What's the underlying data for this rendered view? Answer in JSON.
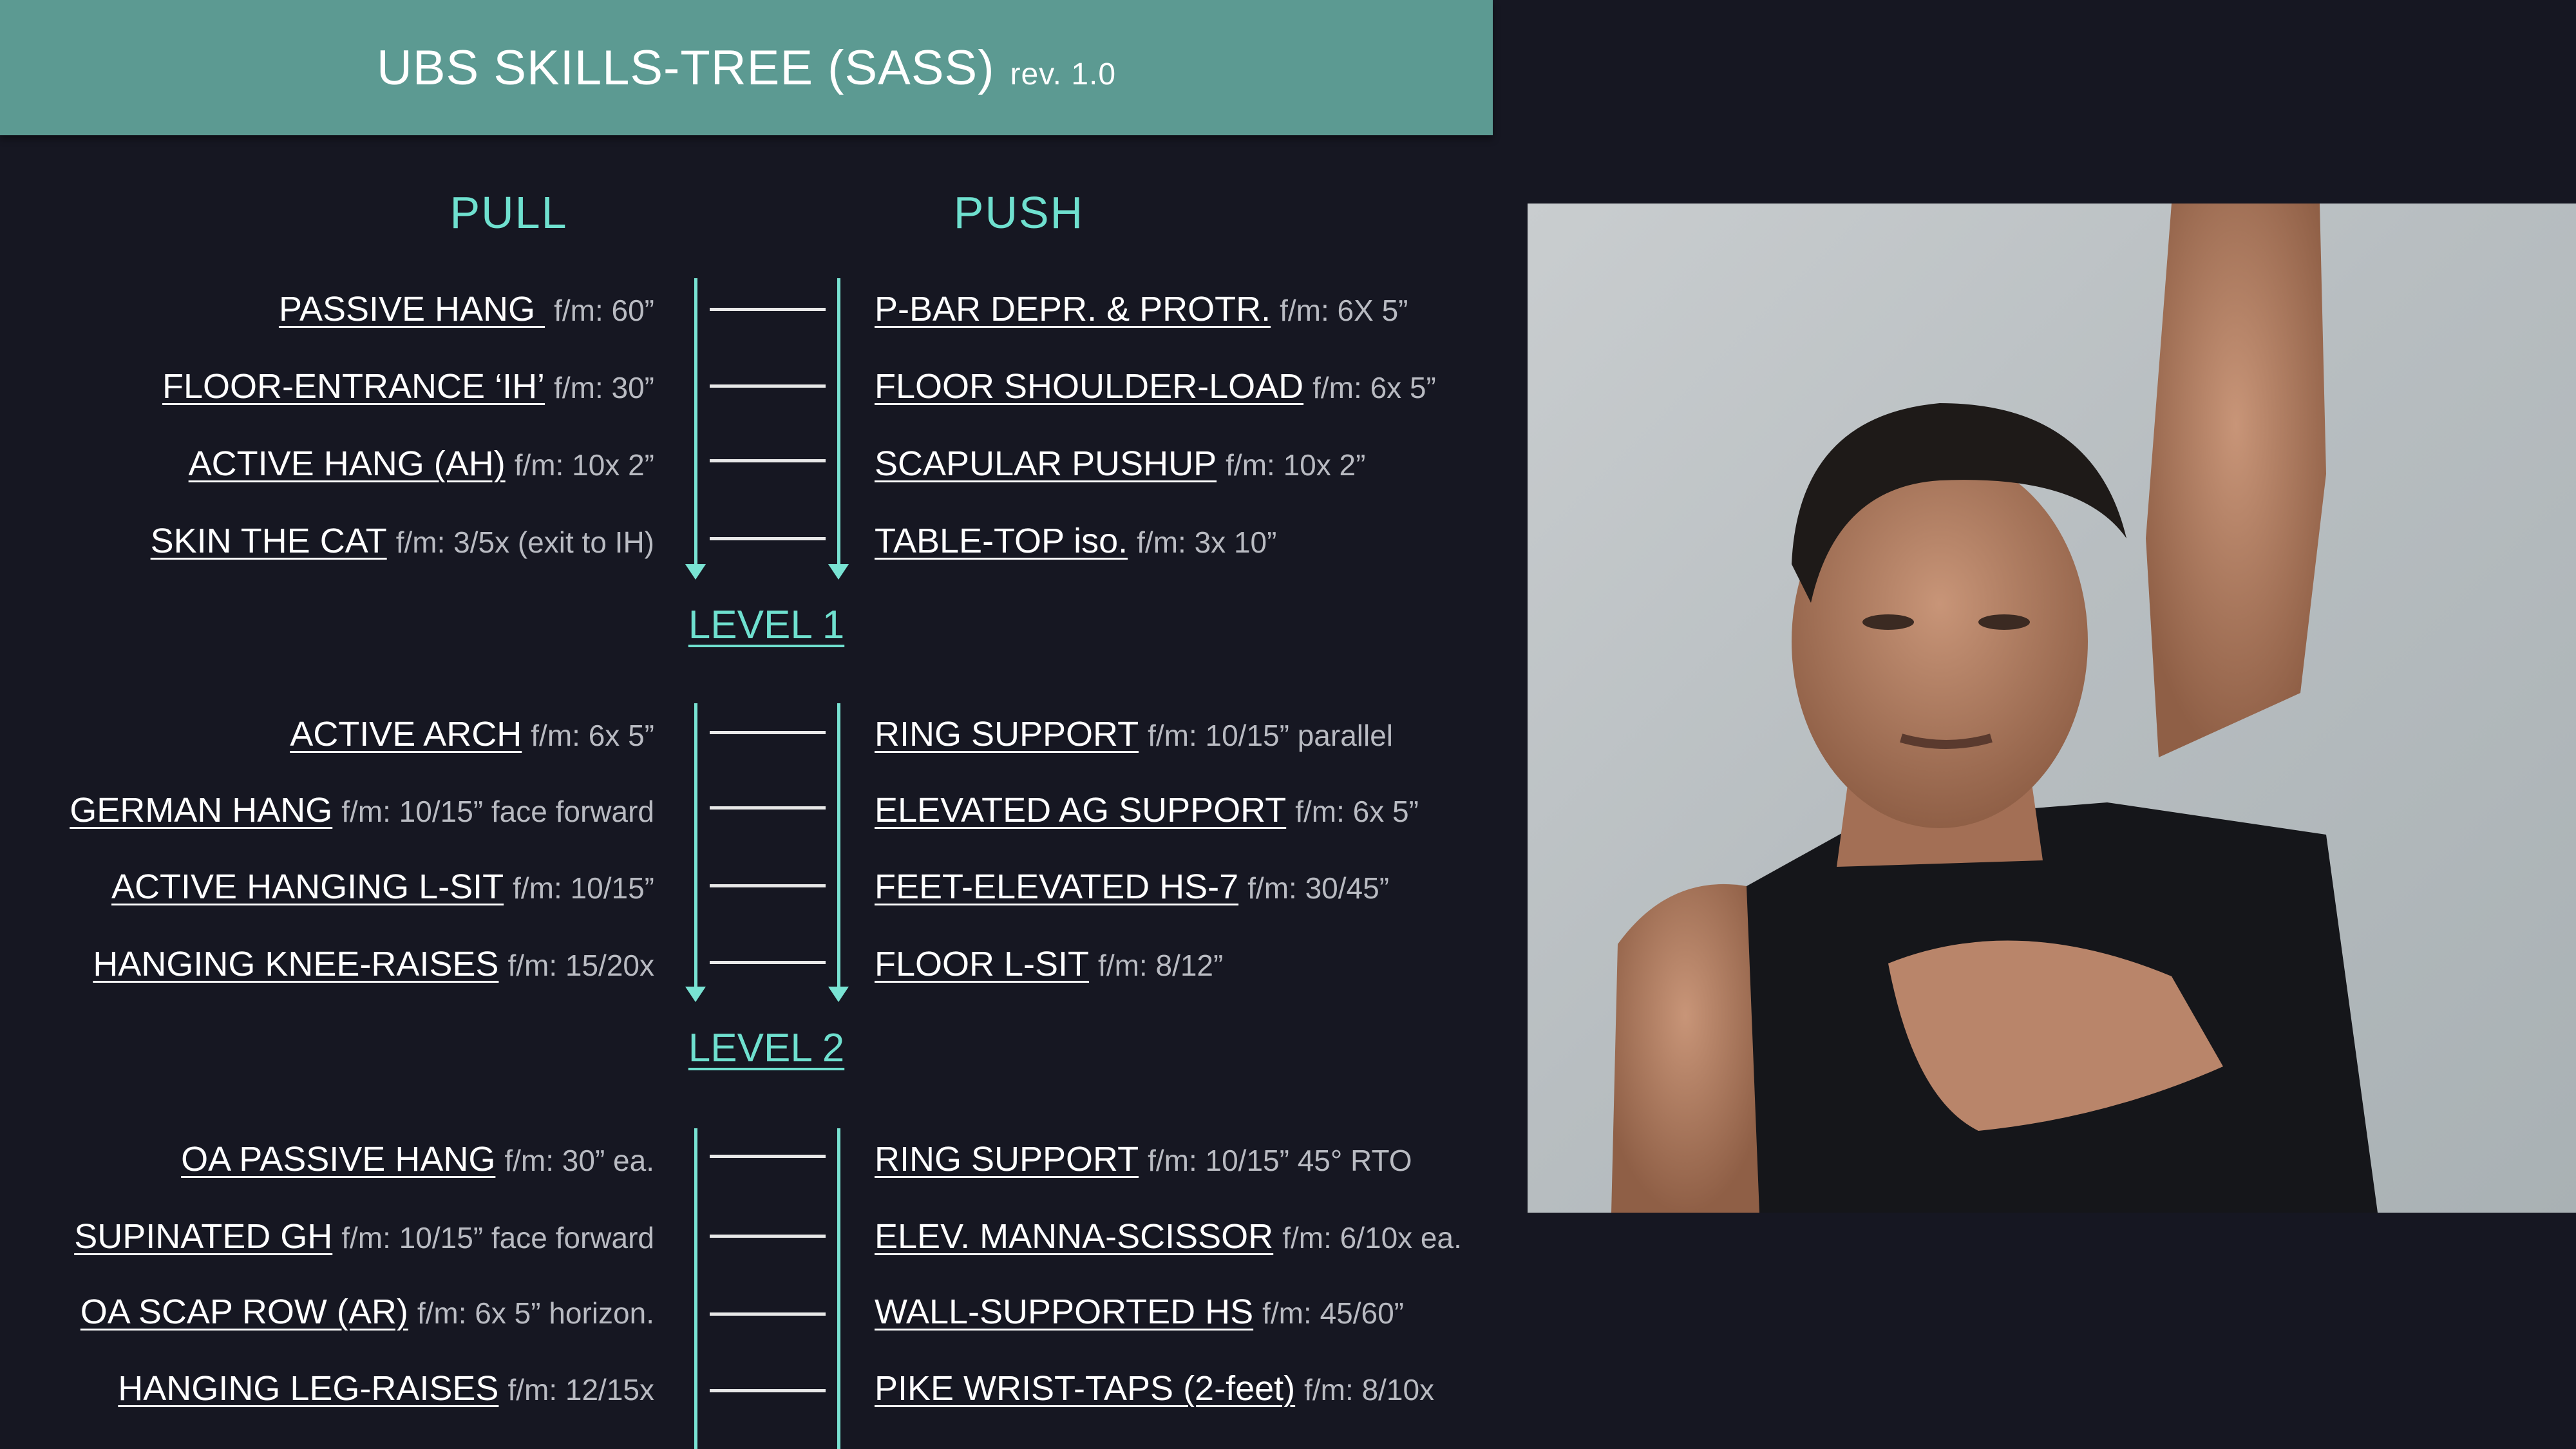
{
  "header": {
    "title": "UBS SKILLS-TREE (SASS)",
    "rev": "rev. 1.0"
  },
  "columns": {
    "pull": "PULL",
    "push": "PUSH"
  },
  "levels": [
    {
      "label": "LEVEL 1",
      "pull": [
        {
          "name": "PASSIVE HANG ",
          "note": "f/m: 60”"
        },
        {
          "name": "FLOOR-ENTRANCE ‘IH’",
          "note": "f/m: 30”"
        },
        {
          "name": "ACTIVE HANG (AH)",
          "note": "f/m: 10x 2”"
        },
        {
          "name": "SKIN THE CAT",
          "note": "f/m: 3/5x (exit to IH)"
        }
      ],
      "push": [
        {
          "name": "P-BAR DEPR. & PROTR.",
          "note": "f/m: 6X 5”"
        },
        {
          "name": "FLOOR SHOULDER-LOAD",
          "note": "f/m: 6x 5”"
        },
        {
          "name": "SCAPULAR PUSHUP",
          "note": "f/m: 10x 2”"
        },
        {
          "name": "TABLE-TOP iso.",
          "note": "f/m: 3x 10”"
        }
      ]
    },
    {
      "label": "LEVEL 2",
      "pull": [
        {
          "name": "ACTIVE ARCH",
          "note": "f/m: 6x 5”"
        },
        {
          "name": "GERMAN HANG",
          "note": "f/m: 10/15” face forward"
        },
        {
          "name": "ACTIVE HANGING L-SIT",
          "note": "f/m: 10/15”"
        },
        {
          "name": "HANGING KNEE-RAISES",
          "note": "f/m: 15/20x"
        }
      ],
      "push": [
        {
          "name": "RING SUPPORT",
          "note": "f/m: 10/15” parallel"
        },
        {
          "name": "ELEVATED AG SUPPORT",
          "note": "f/m: 6x 5”"
        },
        {
          "name": "FEET-ELEVATED HS-7",
          "note": "f/m: 30/45”"
        },
        {
          "name": "FLOOR L-SIT",
          "note": "f/m: 8/12”"
        }
      ]
    },
    {
      "label": "",
      "pull": [
        {
          "name": "OA PASSIVE HANG",
          "note": "f/m: 30” ea."
        },
        {
          "name": "SUPINATED GH",
          "note": "f/m: 10/15” face forward"
        },
        {
          "name": "OA SCAP ROW (AR)",
          "note": "f/m: 6x 5” horizon."
        },
        {
          "name": "HANGING LEG-RAISES",
          "note": "f/m: 12/15x"
        }
      ],
      "push": [
        {
          "name": "RING SUPPORT",
          "note": "f/m: 10/15” 45° RTO"
        },
        {
          "name": "ELEV. MANNA-SCISSOR",
          "note": "f/m: 6/10x ea."
        },
        {
          "name": "WALL-SUPPORTED HS",
          "note": "f/m: 45/60”"
        },
        {
          "name": "PIKE WRIST-TAPS (2-feet)",
          "note": "f/m: 8/10x"
        }
      ]
    }
  ],
  "colors": {
    "header_bg": "#5c9a92",
    "accent": "#6fe0cf",
    "background": "#161722"
  }
}
